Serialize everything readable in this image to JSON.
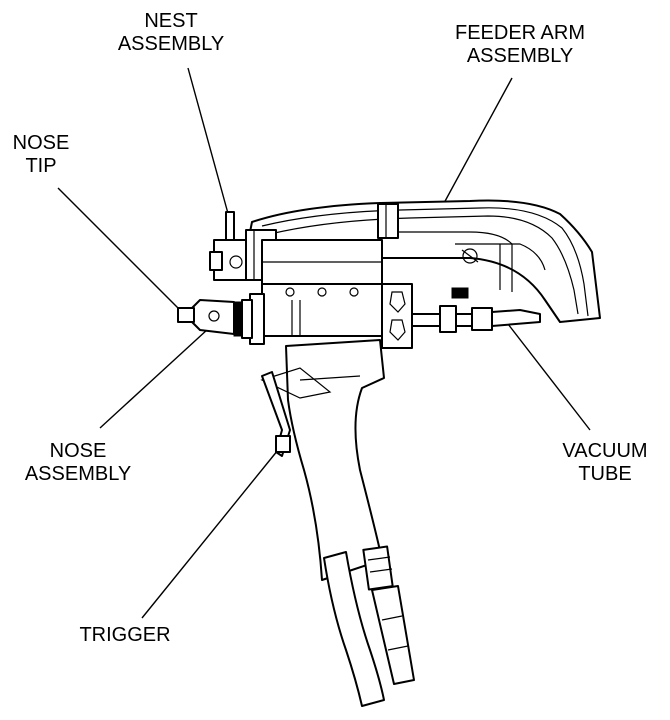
{
  "labels": {
    "nest_assembly": [
      "NEST",
      "ASSEMBLY"
    ],
    "feeder_arm_assembly": [
      "FEEDER ARM",
      "ASSEMBLY"
    ],
    "nose_tip": [
      "NOSE",
      "TIP"
    ],
    "nose_assembly": [
      "NOSE",
      "ASSEMBLY"
    ],
    "vacuum_tube": [
      "VACUUM",
      "TUBE"
    ],
    "trigger": [
      "TRIGGER"
    ]
  }
}
